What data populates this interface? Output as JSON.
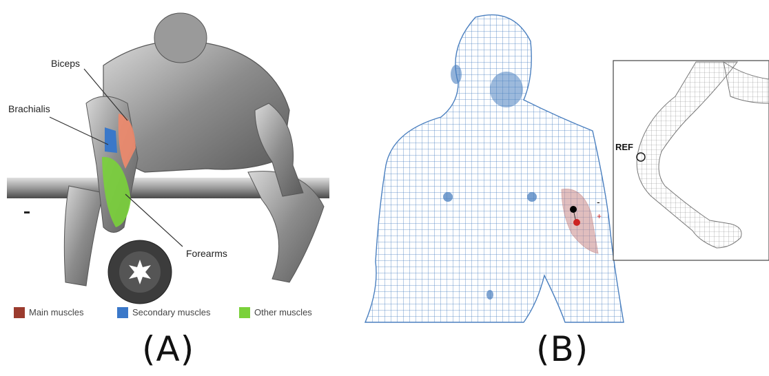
{
  "panel_a": {
    "caption": "(A)",
    "labels": {
      "biceps": "Biceps",
      "brachialis": "Brachialis",
      "forearms": "Forearms"
    },
    "legend": [
      {
        "label": "Main muscles",
        "color": "#9b3b2e"
      },
      {
        "label": "Secondary muscles",
        "color": "#3a78c9"
      },
      {
        "label": "Other muscles",
        "color": "#7ad13a"
      }
    ]
  },
  "panel_b": {
    "caption": "(B)",
    "inset_label": "REF",
    "electrode_signs": {
      "minus": "-",
      "plus": "+"
    },
    "colors": {
      "mesh": "#4a7fbf",
      "electrode_area": "#c98a8a",
      "electrode_neg": "#000000",
      "electrode_pos": "#cc2222"
    }
  }
}
